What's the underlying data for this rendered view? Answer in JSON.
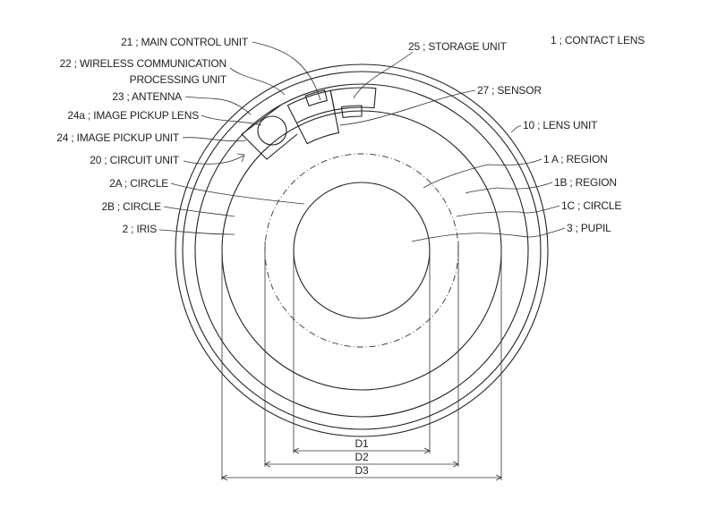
{
  "title": "1 ; CONTACT LENS",
  "labels": {
    "main_control": "21 ; MAIN CONTROL UNIT",
    "wireless_1": "22 ; WIRELESS COMMUNICATION",
    "wireless_2": "PROCESSING UNIT",
    "antenna": "23 ; ANTENNA",
    "pickup_lens": "24a ; IMAGE PICKUP LENS",
    "pickup_unit": "24 ; IMAGE PICKUP UNIT",
    "circuit_unit": "20 ; CIRCUIT UNIT",
    "circle_2a": "2A ; CIRCLE",
    "circle_2b": "2B ; CIRCLE",
    "iris": "2 ; IRIS",
    "storage_unit": "25 ; STORAGE UNIT",
    "sensor": "27 ; SENSOR",
    "lens_unit": "10 ; LENS UNIT",
    "region_1a": "1 A ; REGION",
    "region_1b": "1B ; REGION",
    "circle_1c": "1C ; CIRCLE",
    "pupil": "3 ; PUPIL"
  },
  "dimensions": {
    "d1": "D1",
    "d2": "D2",
    "d3": "D3"
  },
  "colors": {
    "iris_fill": "#d6d6d6",
    "band_fill": "#b9b9b9",
    "line": "#222222"
  }
}
